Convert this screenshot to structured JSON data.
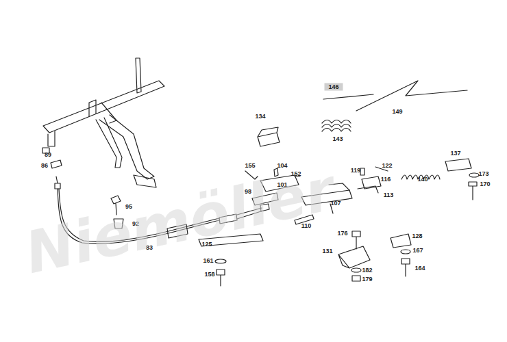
{
  "diagram": {
    "labels": [
      "146",
      "149",
      "143",
      "134",
      "137",
      "155",
      "104",
      "152",
      "119",
      "122",
      "116",
      "140",
      "173",
      "170",
      "98",
      "101",
      "107",
      "113",
      "89",
      "86",
      "95",
      "92",
      "110",
      "128",
      "83",
      "125",
      "176",
      "167",
      "131",
      "164",
      "161",
      "182",
      "158",
      "179",
      "Niemöller"
    ]
  }
}
